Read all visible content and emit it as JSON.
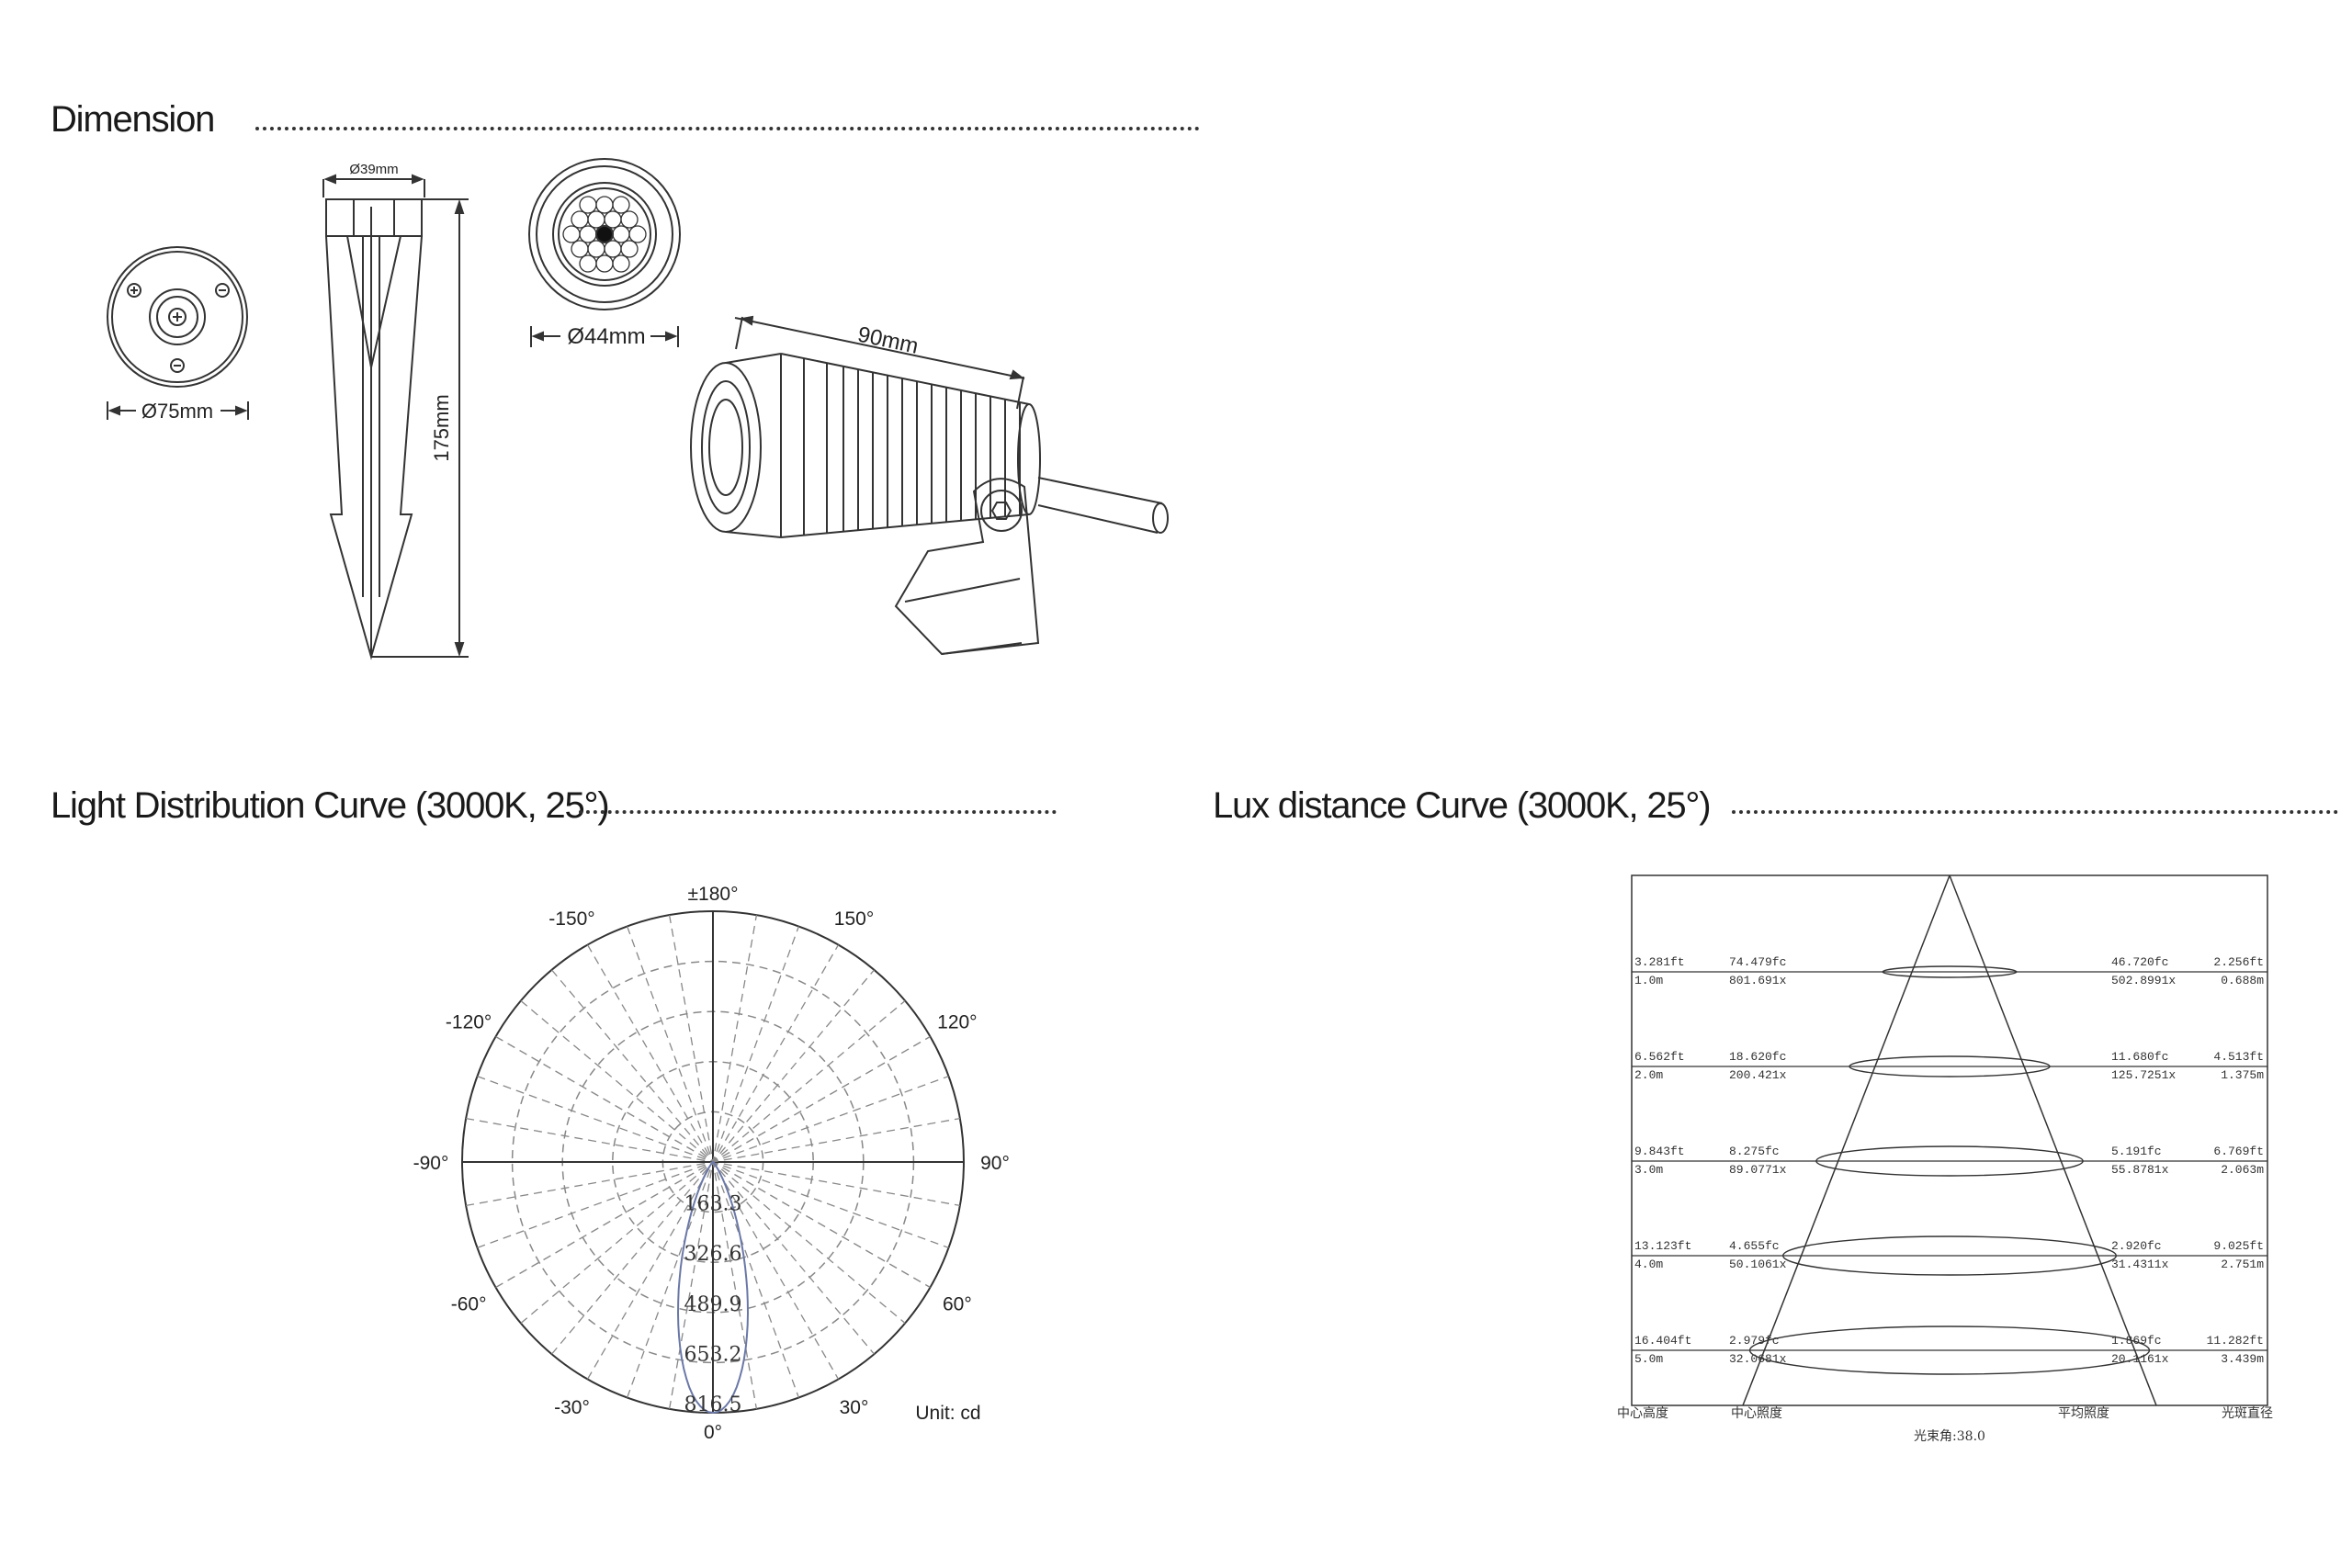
{
  "sections": {
    "dimension": "Dimension",
    "light_distribution": "Light Distribution Curve (3000K, 25°)",
    "lux_distance": "Lux distance Curve (3000K, 25°)"
  },
  "dimensions": {
    "base_diameter": "Ø75mm",
    "spike_width": "Ø39mm",
    "spike_length": "175mm",
    "lens_diameter": "Ø44mm",
    "body_length": "90mm"
  },
  "polar": {
    "angle_labels": [
      {
        "text": "±180°",
        "deg": 180
      },
      {
        "text": "-150°",
        "deg": -150
      },
      {
        "text": "150°",
        "deg": 150
      },
      {
        "text": "-120°",
        "deg": -120
      },
      {
        "text": "120°",
        "deg": 120
      },
      {
        "text": "-90°",
        "deg": -90
      },
      {
        "text": "90°",
        "deg": 90
      },
      {
        "text": "-60°",
        "deg": -60
      },
      {
        "text": "60°",
        "deg": 60
      },
      {
        "text": "-30°",
        "deg": -30
      },
      {
        "text": "30°",
        "deg": 30
      },
      {
        "text": "0°",
        "deg": 0
      }
    ],
    "ring_values": [
      "163.3",
      "326.6",
      "489.9",
      "653.2",
      "816.5"
    ],
    "unit": "Unit: cd",
    "max_cd": 816.5,
    "beam_angle_deg": 25
  },
  "lux": {
    "rows": [
      {
        "height_ft": "3.281ft",
        "height_m": "1.0m",
        "center_fc": "74.479fc",
        "center_lx": "801.691x",
        "avg_fc": "46.720fc",
        "avg_lx": "502.8991x",
        "diam_ft": "2.256ft",
        "diam_m": "0.688m"
      },
      {
        "height_ft": "6.562ft",
        "height_m": "2.0m",
        "center_fc": "18.620fc",
        "center_lx": "200.421x",
        "avg_fc": "11.680fc",
        "avg_lx": "125.7251x",
        "diam_ft": "4.513ft",
        "diam_m": "1.375m"
      },
      {
        "height_ft": "9.843ft",
        "height_m": "3.0m",
        "center_fc": "8.275fc",
        "center_lx": "89.0771x",
        "avg_fc": "5.191fc",
        "avg_lx": "55.8781x",
        "diam_ft": "6.769ft",
        "diam_m": "2.063m"
      },
      {
        "height_ft": "13.123ft",
        "height_m": "4.0m",
        "center_fc": "4.655fc",
        "center_lx": "50.1061x",
        "avg_fc": "2.920fc",
        "avg_lx": "31.4311x",
        "diam_ft": "9.025ft",
        "diam_m": "2.751m"
      },
      {
        "height_ft": "16.404ft",
        "height_m": "5.0m",
        "center_fc": "2.979fc",
        "center_lx": "32.0681x",
        "avg_fc": "1.869fc",
        "avg_lx": "20.1161x",
        "diam_ft": "11.282ft",
        "diam_m": "3.439m"
      }
    ],
    "footer": {
      "center_height": "中心高度",
      "center_illuminance": "中心照度",
      "avg_illuminance": "平均照度",
      "spot_diameter": "光斑直径",
      "beam_angle": "光束角:38.0"
    }
  },
  "colors": {
    "line": "#333333",
    "curve": "#6a78a8",
    "dash": "#888888"
  }
}
